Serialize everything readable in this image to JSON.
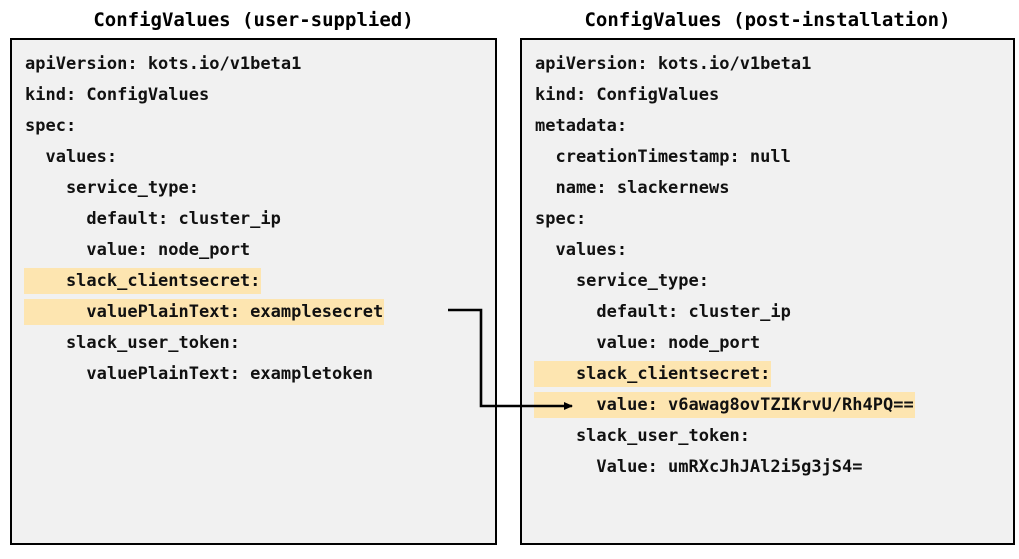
{
  "panels": {
    "left": {
      "title": "ConfigValues (user-supplied)",
      "lines": [
        {
          "text": "apiVersion: kots.io/v1beta1",
          "highlight": false
        },
        {
          "text": "kind: ConfigValues",
          "highlight": false
        },
        {
          "text": "spec:",
          "highlight": false
        },
        {
          "text": "  values:",
          "highlight": false
        },
        {
          "text": "    service_type:",
          "highlight": false
        },
        {
          "text": "      default: cluster_ip",
          "highlight": false
        },
        {
          "text": "      value: node_port",
          "highlight": false
        },
        {
          "text": "    slack_clientsecret:",
          "highlight": true
        },
        {
          "text": "      valuePlainText: examplesecret",
          "highlight": true
        },
        {
          "text": "    slack_user_token:",
          "highlight": false
        },
        {
          "text": "      valuePlainText: exampletoken",
          "highlight": false
        }
      ]
    },
    "right": {
      "title": "ConfigValues (post-installation)",
      "lines": [
        {
          "text": "apiVersion: kots.io/v1beta1",
          "highlight": false
        },
        {
          "text": "kind: ConfigValues",
          "highlight": false
        },
        {
          "text": "metadata:",
          "highlight": false
        },
        {
          "text": "  creationTimestamp: null",
          "highlight": false
        },
        {
          "text": "  name: slackernews",
          "highlight": false
        },
        {
          "text": "spec:",
          "highlight": false
        },
        {
          "text": "  values:",
          "highlight": false
        },
        {
          "text": "    service_type:",
          "highlight": false
        },
        {
          "text": "      default: cluster_ip",
          "highlight": false
        },
        {
          "text": "      value: node_port",
          "highlight": false
        },
        {
          "text": "    slack_clientsecret:",
          "highlight": true
        },
        {
          "text": "      value: v6awag8ovTZIKrvU/Rh4PQ==",
          "highlight": true
        },
        {
          "text": "    slack_user_token:",
          "highlight": false
        },
        {
          "text": "      Value: umRXcJhJAl2i5g3jS4=",
          "highlight": false
        }
      ]
    }
  },
  "connector": {
    "label": "",
    "from": "left.slack_clientsecret.valuePlainText",
    "to": "right.slack_clientsecret.value"
  },
  "colors": {
    "highlight": "#fde5b0",
    "panel_background": "#f1f1f1",
    "panel_border": "#000000",
    "text": "#111111",
    "connector": "#000000",
    "page_background": "#ffffff"
  }
}
